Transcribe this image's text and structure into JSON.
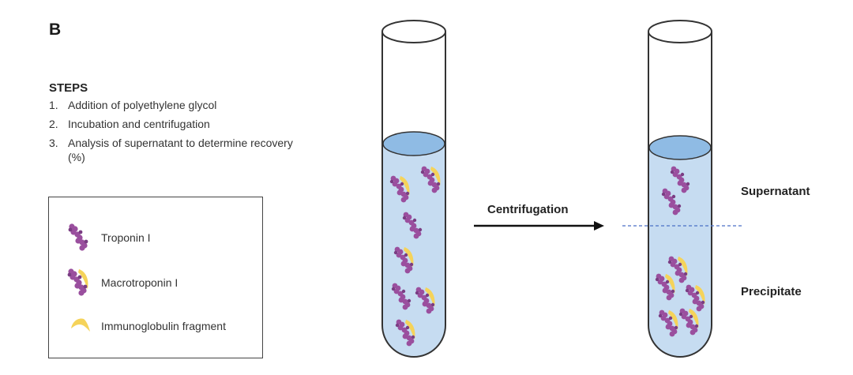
{
  "panel_label": "B",
  "steps": {
    "heading": "STEPS",
    "items": [
      {
        "num": "1.",
        "text": "Addition of polyethylene glycol"
      },
      {
        "num": "2.",
        "text": "Incubation and centrifugation"
      },
      {
        "num": "3.",
        "text": "Analysis of supernatant to determine recovery (%)"
      }
    ]
  },
  "legend": {
    "items": [
      {
        "label": "Troponin I",
        "icon": "troponin-icon"
      },
      {
        "label": "Macrotroponin I",
        "icon": "macrotroponin-icon"
      },
      {
        "label": "Immunoglobulin fragment",
        "icon": "immunoglobulin-fragment-icon"
      }
    ]
  },
  "arrow_label": "Centrifugation",
  "tube_labels": {
    "supernatant": "Supernatant",
    "precipitate": "Precipitate"
  },
  "colors": {
    "troponin": "#9a4f9e",
    "troponin_dark": "#7a3d83",
    "fragment": "#f5d35a",
    "liquid": "#c6dcf1",
    "liquid_surface": "#8fbbe4",
    "outline": "#333333",
    "dashed_line": "#4a6fc7"
  }
}
